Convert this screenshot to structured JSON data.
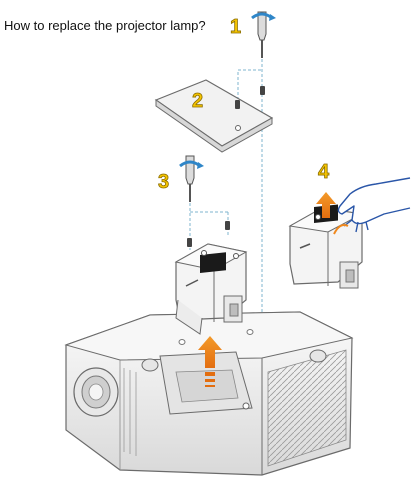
{
  "title": "How to replace the projector lamp?",
  "steps": [
    {
      "number": "1",
      "icon": "screwdriver-icon"
    },
    {
      "number": "2",
      "icon": "lamp-cover-icon"
    },
    {
      "number": "3",
      "icon": "screwdriver-icon"
    },
    {
      "number": "4",
      "icon": "hand-icon"
    }
  ],
  "colors": {
    "step_number": "#f5c400",
    "step_number_outline": "#8a6d00",
    "arrow": "#f0881c",
    "arrow_rotate": "#2f86c8",
    "guide_line": "#7fb6cf",
    "hand": "#2a56a8",
    "outline": "#6b6b6b",
    "part_fill": "#f4f4f4"
  }
}
